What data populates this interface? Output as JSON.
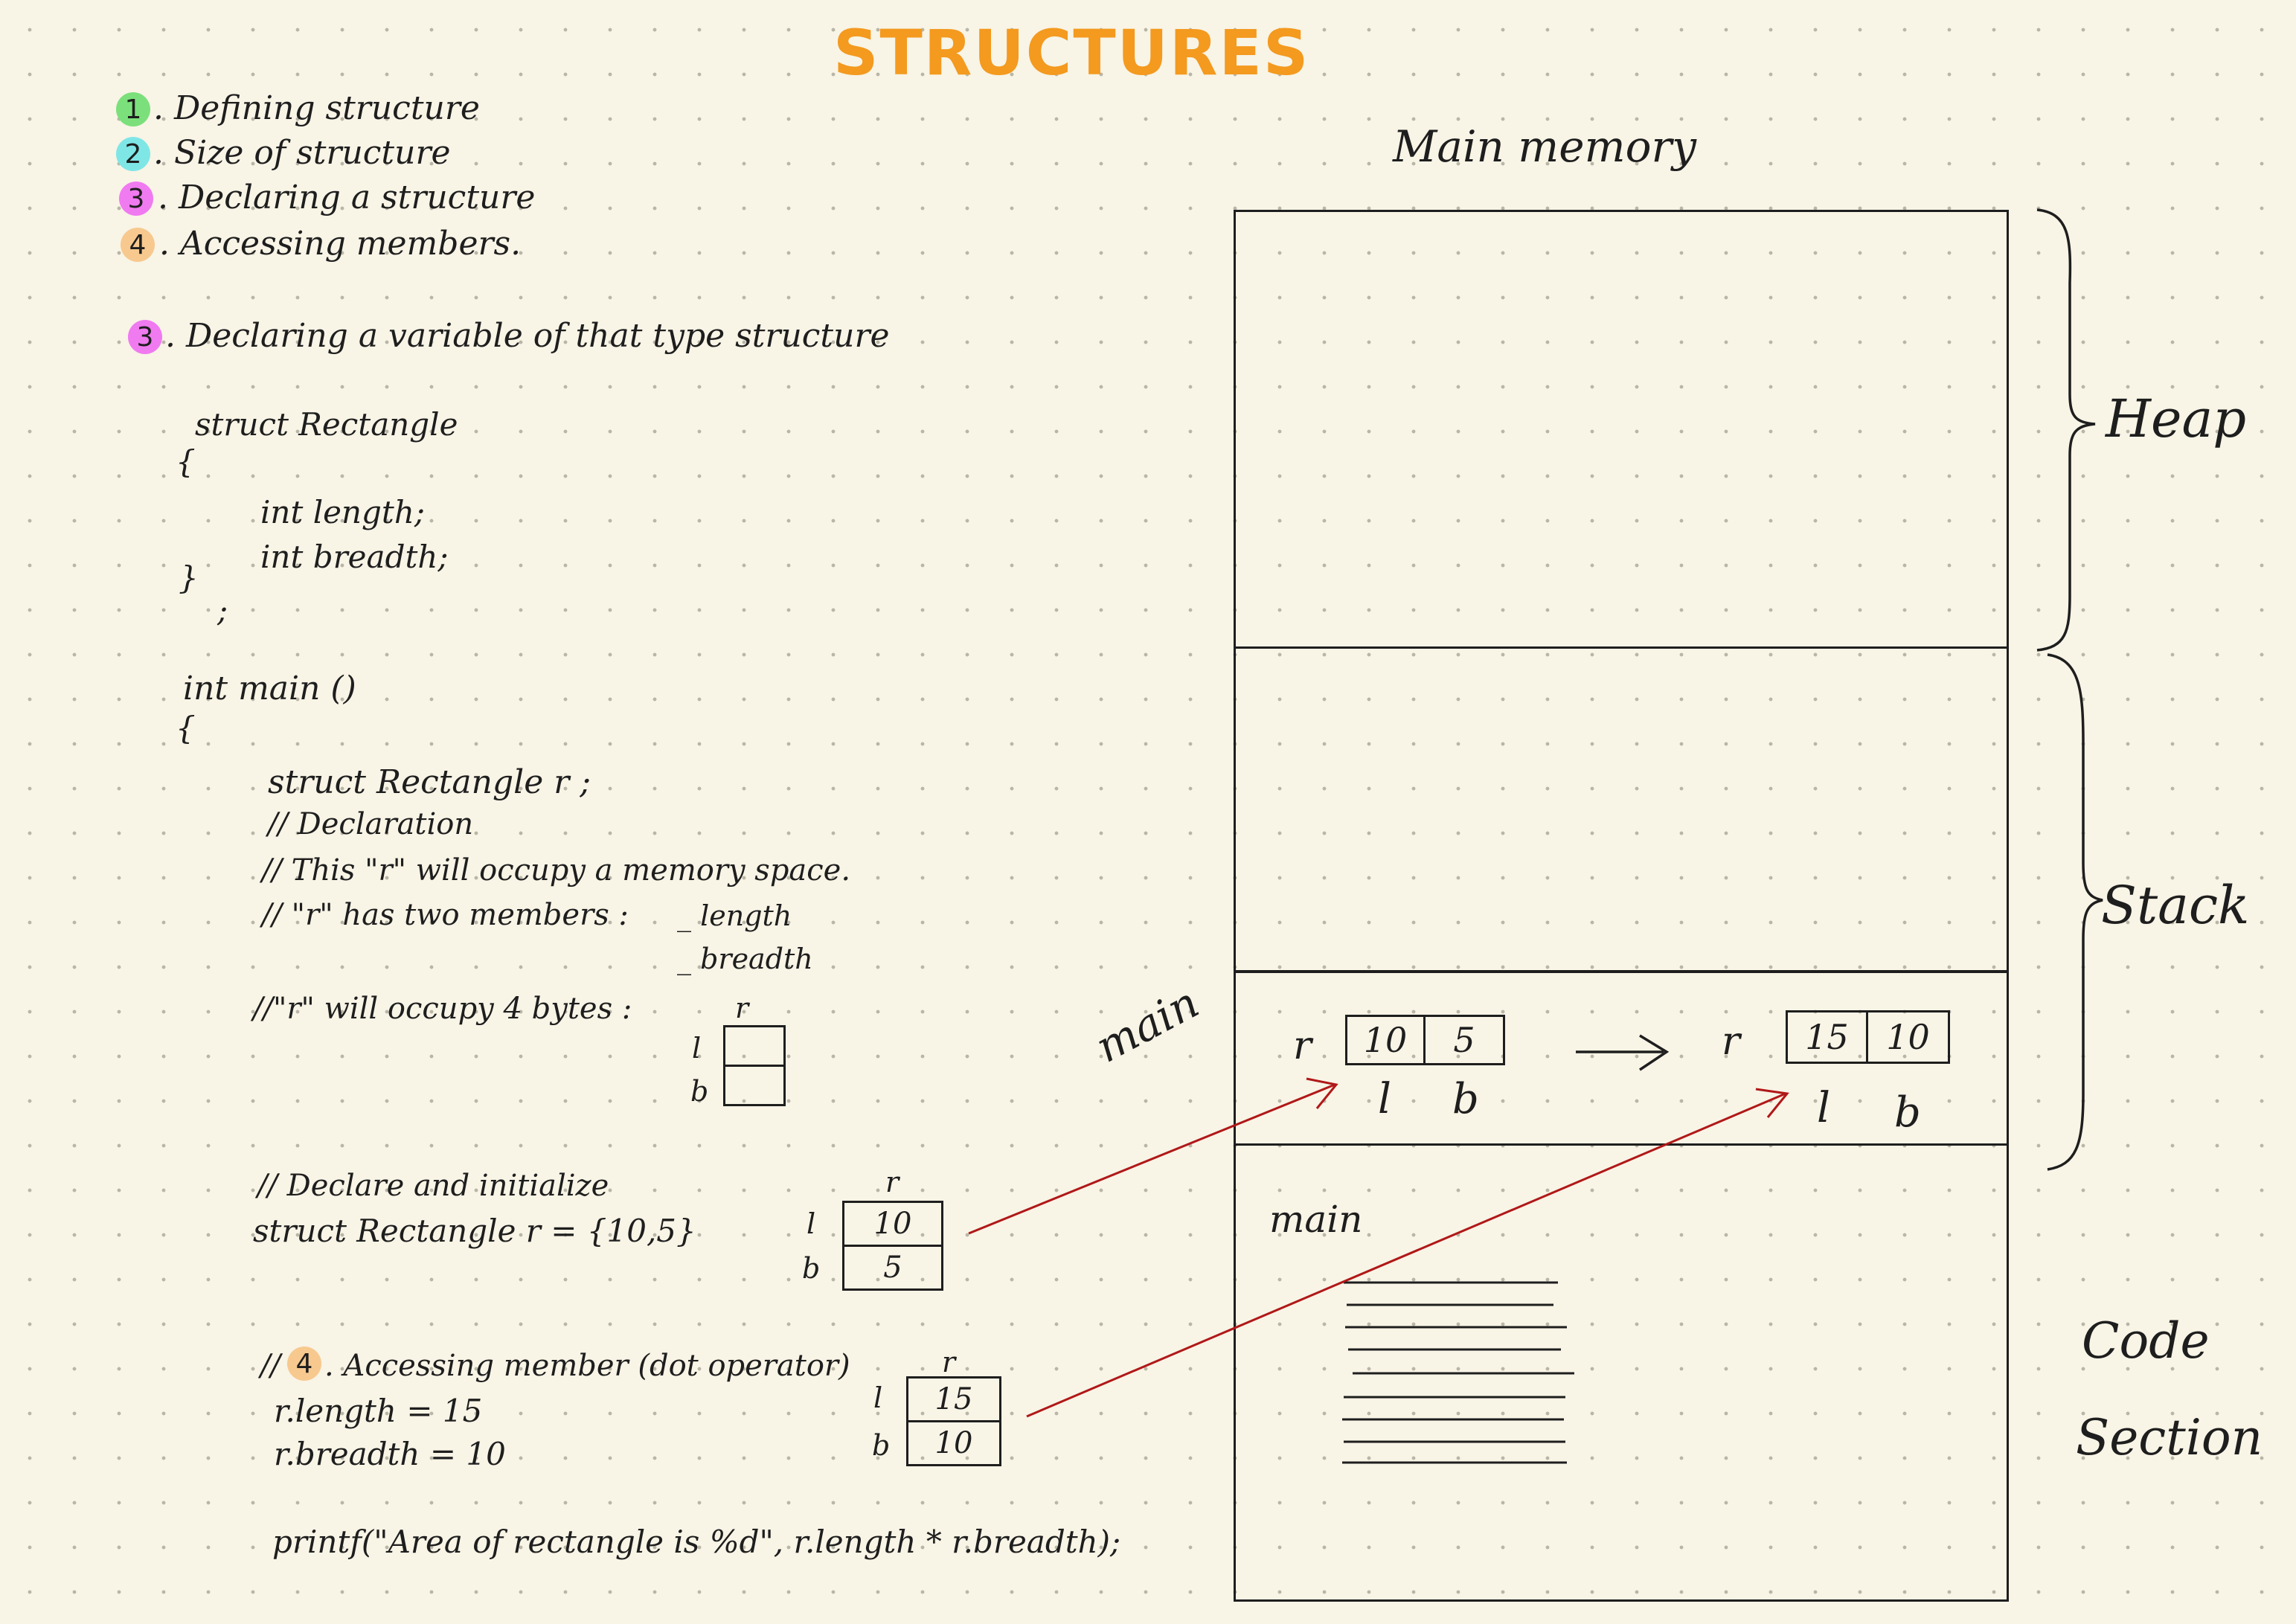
{
  "title": "STRUCTURES",
  "topics": [
    {
      "num": "1",
      "text": ". Defining structure",
      "color": "#7be07b"
    },
    {
      "num": "2",
      "text": ". Size of structure",
      "color": "#7fe6e6"
    },
    {
      "num": "3",
      "text": ". Declaring a structure",
      "color": "#f07af0"
    },
    {
      "num": "4",
      "text": ". Accessing members.",
      "color": "#f7c98f"
    }
  ],
  "section3": {
    "num": "3",
    "heading": ". Declaring a variable of that type structure"
  },
  "code": {
    "struct_header": "struct Rectangle",
    "open_brace": "{",
    "field1": "int length;",
    "field2": "int breadth;",
    "close_brace": "}",
    "semicolon": ";",
    "main_sig": "int main ()",
    "main_brace": "{",
    "decl": "struct Rectangle r ;",
    "c1": "// Declaration",
    "c2": "// This \"r\" will occupy a memory space.",
    "c3": "// \"r\" has two members :",
    "c3a": "_ length",
    "c3b": "_ breadth",
    "c4": "//\"r\" will occupy 4 bytes :",
    "c5": "// Declare and initialize",
    "init": "struct Rectangle r = {10,5}",
    "c6_prefix": "//",
    "c6_num": "4",
    "c6": ". Accessing member (dot operator)",
    "assign1": "r.length = 15",
    "assign2": "r.breadth = 10",
    "printf": "printf(\"Area of rectangle is %d\", r.length * r.breadth);"
  },
  "box_empty": {
    "name": "r",
    "row_labels": [
      "l",
      "b"
    ]
  },
  "box_init": {
    "name": "r",
    "row_labels": [
      "l",
      "b"
    ],
    "values": [
      "10",
      "5"
    ]
  },
  "box_access": {
    "name": "r",
    "row_labels": [
      "l",
      "b"
    ],
    "values": [
      "15",
      "10"
    ]
  },
  "memory": {
    "title": "Main memory",
    "heap_label": "Heap",
    "stack_label": "Stack",
    "code_label_1": "Code",
    "code_label_2": "Section",
    "frame_label": "main",
    "code_frame_label": "main",
    "stack_before": {
      "name": "r",
      "values": [
        "10",
        "5"
      ],
      "labels": [
        "l",
        "b"
      ]
    },
    "stack_after": {
      "name": "r",
      "values": [
        "15",
        "10"
      ],
      "labels": [
        "l",
        "b"
      ]
    }
  },
  "colors": {
    "title": "#f39a1f",
    "arrow": "#b01818",
    "ink": "#1e1e1e"
  }
}
